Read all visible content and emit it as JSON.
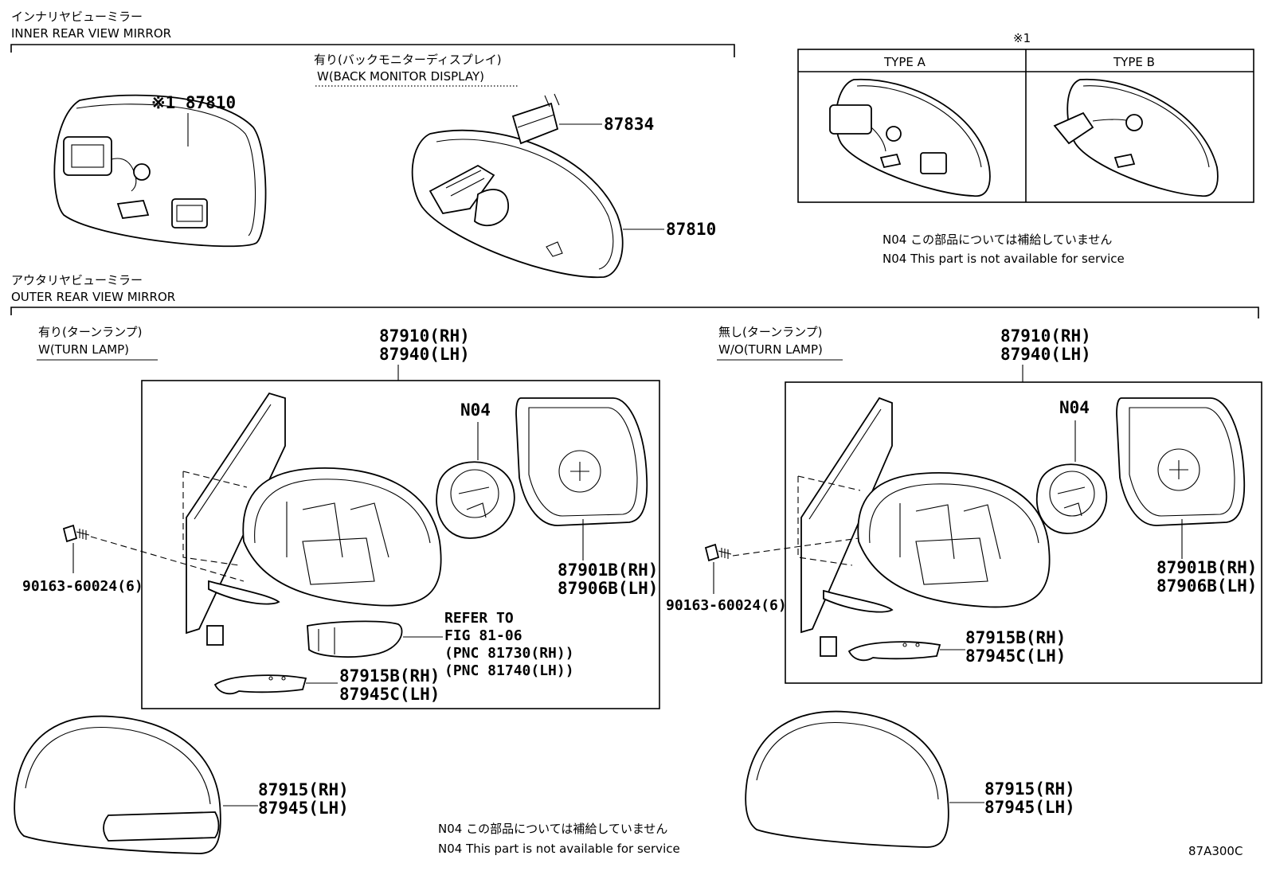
{
  "inner": {
    "title_jp": "インナリヤビューミラー",
    "title_en": "INNER REAR VIEW MIRROR",
    "back_monitor_jp": "有り(バックモニターディスプレイ)",
    "back_monitor_en": "W(BACK MONITOR DISPLAY)",
    "mark_87810": "※1 87810",
    "part_87834": "87834",
    "part_87810": "87810"
  },
  "types": {
    "mark": "※1",
    "type_a": "TYPE A",
    "type_b": "TYPE B"
  },
  "note_top": {
    "jp": "N04 この部品については補給していません",
    "en": "N04 This part is not available for service"
  },
  "outer": {
    "title_jp": "アウタリヤビューミラー",
    "title_en": "OUTER REAR VIEW MIRROR",
    "left": {
      "variant_jp": "有り(ターンランプ)",
      "variant_en": "W(TURN LAMP)",
      "assy_rh": "87910(RH)",
      "assy_lh": "87940(LH)",
      "n04": "N04",
      "mirror_rh": "87901B(RH)",
      "mirror_lh": "87906B(LH)",
      "bolt": "90163-60024(6)",
      "refer_1": "REFER TO",
      "refer_2": "FIG 81-06",
      "refer_3": "(PNC 81730(RH))",
      "refer_4": "(PNC 81740(LH))",
      "cover_small_rh": "87915B(RH)",
      "cover_small_lh": "87945C(LH)",
      "cover_rh": "87915(RH)",
      "cover_lh": "87945(LH)"
    },
    "right": {
      "variant_jp": "無し(ターンランプ)",
      "variant_en": "W/O(TURN LAMP)",
      "assy_rh": "87910(RH)",
      "assy_lh": "87940(LH)",
      "n04": "N04",
      "mirror_rh": "87901B(RH)",
      "mirror_lh": "87906B(LH)",
      "bolt": "90163-60024(6)",
      "cover_small_rh": "87915B(RH)",
      "cover_small_lh": "87945C(LH)",
      "cover_rh": "87915(RH)",
      "cover_lh": "87945(LH)"
    }
  },
  "note_bottom": {
    "jp": "N04 この部品については補給していません",
    "en": "N04 This part is not available for service"
  },
  "figure_code": "87A300C"
}
